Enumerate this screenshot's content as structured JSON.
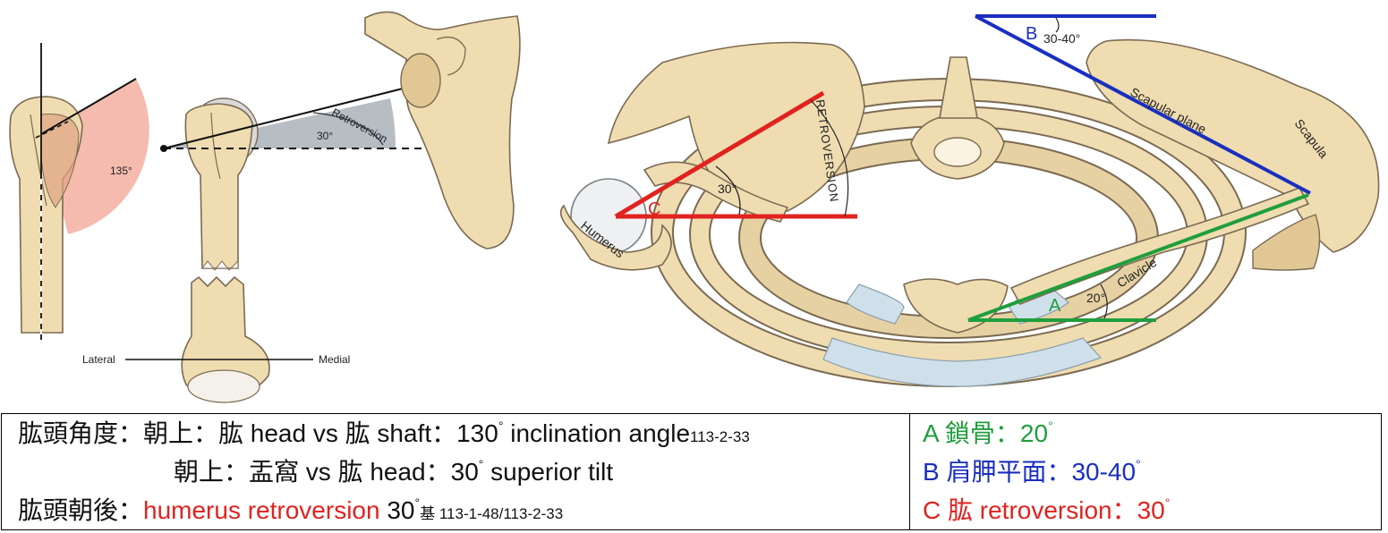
{
  "figure": {
    "left_panel": {
      "angle_label": "135°",
      "retroversion_label": "Retroversion",
      "retro_angle": "30°",
      "lateral": "Lateral",
      "medial": "Medial"
    },
    "right_panel": {
      "b_letter": "B",
      "b_angle": "30-40°",
      "scapular_plane": "Scapular plane",
      "scapula": "Scapula",
      "retroversion": "RETROVERSION",
      "c_angle": "30°",
      "c_letter": "C",
      "humerus": "Humerus",
      "clavicle": "Clavicle",
      "a_angle": "20°",
      "a_letter": "A"
    },
    "colors": {
      "red": "#e0231f",
      "green": "#1f9e3c",
      "blue": "#1a2fbf"
    }
  },
  "table": {
    "row1": {
      "prefix": "肱頭角度：朝上：肱 head vs 肱 shaft：130",
      "deg": "°",
      "suffix": " inclination angle",
      "ref": "113-2-33"
    },
    "row2": {
      "prefix": "朝上：盂窩 vs 肱 head：30",
      "deg": "°",
      "suffix": " superior tilt"
    },
    "row3": {
      "prefix": "肱頭朝後：",
      "red": "humerus retroversion",
      "value": " 30",
      "deg": "°",
      "ref_mark": "基",
      "ref": " 113-1-48/113-2-33"
    },
    "right": {
      "a": "A 鎖骨：20",
      "a_deg": "°",
      "b": "B 肩胛平面：30-40",
      "b_deg": "°",
      "c": "C 肱 retroversion：30",
      "c_deg": "°"
    }
  }
}
